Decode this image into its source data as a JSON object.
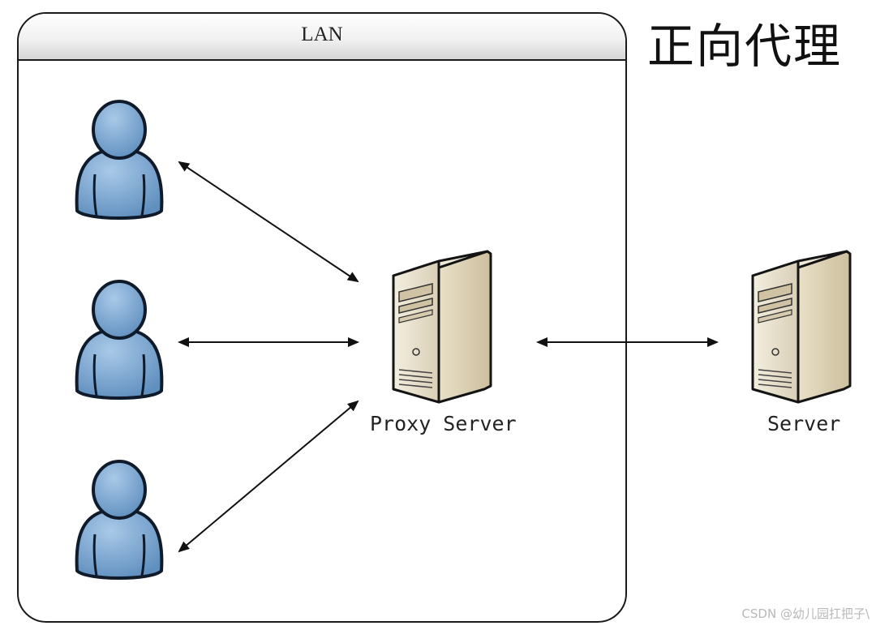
{
  "title": "正向代理",
  "lan": {
    "label": "LAN"
  },
  "nodes": {
    "clients": [
      {
        "icon": "user-icon"
      },
      {
        "icon": "user-icon"
      },
      {
        "icon": "user-icon"
      }
    ],
    "proxy": {
      "label": "Proxy Server",
      "icon": "server-tower-icon"
    },
    "server": {
      "label": "Server",
      "icon": "server-tower-icon"
    }
  },
  "connections": [
    {
      "from": "client-1",
      "to": "proxy",
      "direction": "bidirectional"
    },
    {
      "from": "client-2",
      "to": "proxy",
      "direction": "bidirectional"
    },
    {
      "from": "client-3",
      "to": "proxy",
      "direction": "bidirectional"
    },
    {
      "from": "proxy",
      "to": "server",
      "direction": "bidirectional"
    }
  ],
  "colors": {
    "user_fill": "#6f9fcc",
    "user_stroke": "#0f1b2a",
    "server_fill": "#e8e0cf",
    "server_stroke": "#141414",
    "arrow": "#111111"
  },
  "watermark": "CSDN @幼儿园扛把子\\"
}
